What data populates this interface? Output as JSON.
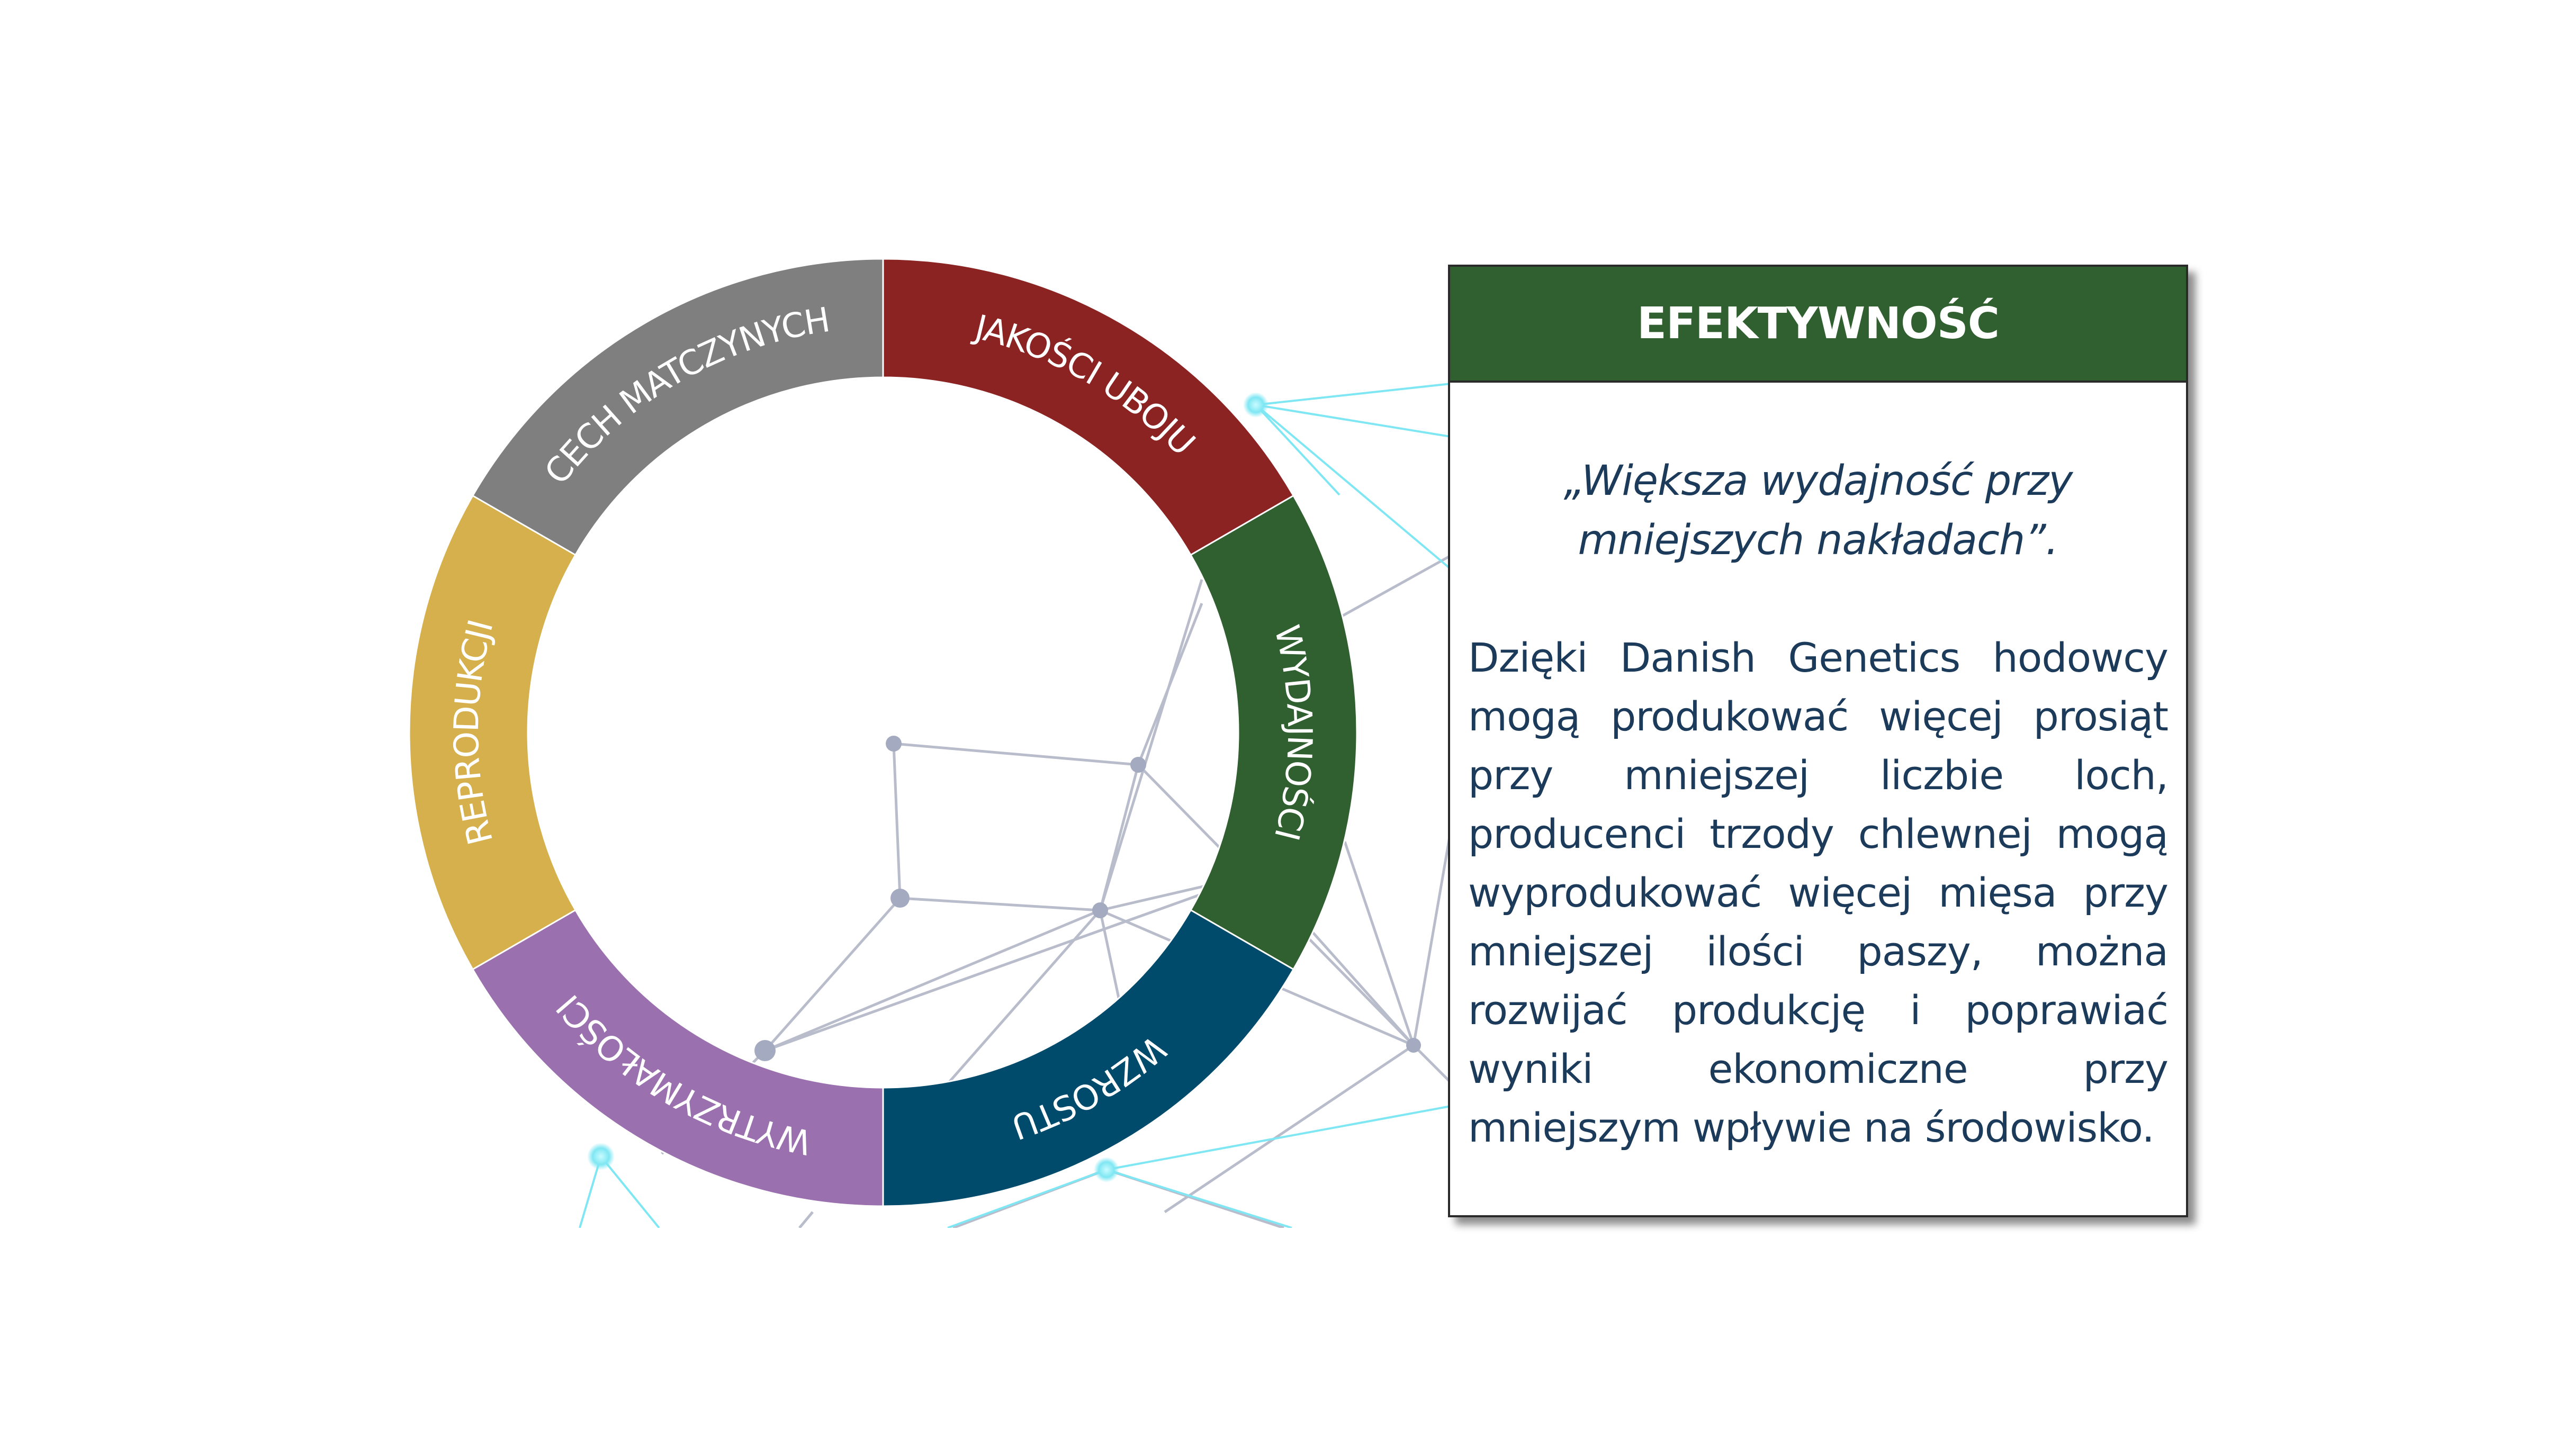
{
  "ring": {
    "segments": [
      {
        "label": "JAKOŚCI UBOJU",
        "color": "#8b2323"
      },
      {
        "label": "WYDAJNOŚCI",
        "color": "#305f30"
      },
      {
        "label": "WZROSTU",
        "color": "#004b6c"
      },
      {
        "label": "WYTRZYMAŁOŚCI",
        "color": "#9a70af"
      },
      {
        "label": "REPRODUKCJI",
        "color": "#d6b04d"
      },
      {
        "label": "CECH MATCZYNYCH",
        "color": "#7f7f7f"
      }
    ]
  },
  "info_box": {
    "title": "EFEKTYWNOŚĆ",
    "header_color": "#305f30",
    "quote": "„Większa wydajność przy mniejszych nakładach”.",
    "body": "Dzięki Danish Genetics hodowcy mogą produkować więcej prosiąt przy mniejszej liczbie loch, producenci trzody chlewnej mogą wyprodukować więcej mięsa przy mniejszej ilości paszy, można rozwijać produkcję i poprawiać wyniki ekonomiczne przy mniejszym wpływie na środowisko."
  },
  "colors": {
    "text_dark_blue": "#1c3a5a",
    "network_line": "#b8bccb",
    "network_node": "#a4abc0",
    "network_cyan": "#7fe7f3"
  }
}
